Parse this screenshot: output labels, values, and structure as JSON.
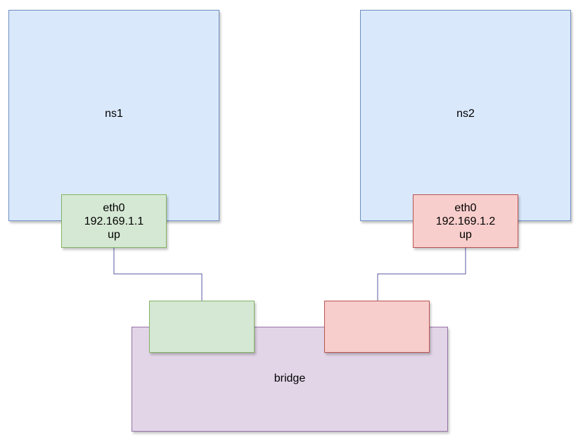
{
  "namespaces": [
    {
      "label": "ns1"
    },
    {
      "label": "ns2"
    }
  ],
  "interfaces": [
    {
      "name": "eth0",
      "ip": "192.169.1.1",
      "state": "up"
    },
    {
      "name": "eth0",
      "ip": "192.169.1.2",
      "state": "up"
    }
  ],
  "bridge": {
    "label": "bridge"
  },
  "colors": {
    "namespace_fill": "#dae8fc",
    "namespace_stroke": "#6c8ebf",
    "bridge_fill": "#e1d5e7",
    "bridge_stroke": "#9673a6",
    "green_fill": "#d5e8d4",
    "green_stroke": "#82b366",
    "red_fill": "#f8cecc",
    "red_stroke": "#b85450",
    "connector": "#5b57a0"
  }
}
